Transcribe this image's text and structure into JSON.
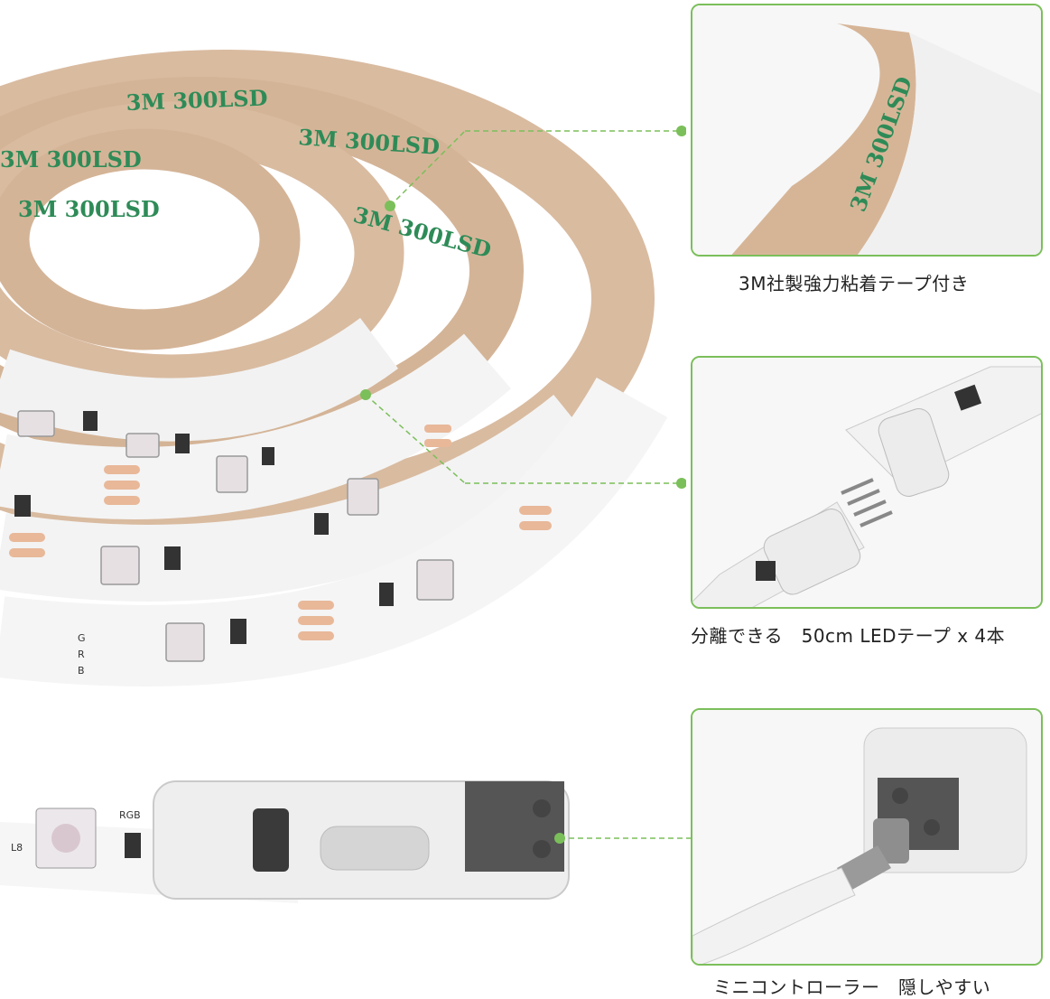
{
  "colors": {
    "panel_border": "#7bbf5a",
    "connector_line": "#7bbf5a",
    "tape_backing": "#d9bba0",
    "tape_print": "#2e8b57",
    "led_pad": "#e8b899"
  },
  "tape_print_text": "3M 300LSD",
  "pcb_labels": {
    "pin_g": "G",
    "pin_r": "R",
    "pin_b": "B",
    "led_id": "L8",
    "controller_id": "RGB"
  },
  "callouts": [
    {
      "caption": "3M社製強力粘着テープ付き"
    },
    {
      "caption": "分離できる　50cm LEDテープ x 4本"
    },
    {
      "caption": "ミニコントローラー　隠しやすい"
    }
  ]
}
